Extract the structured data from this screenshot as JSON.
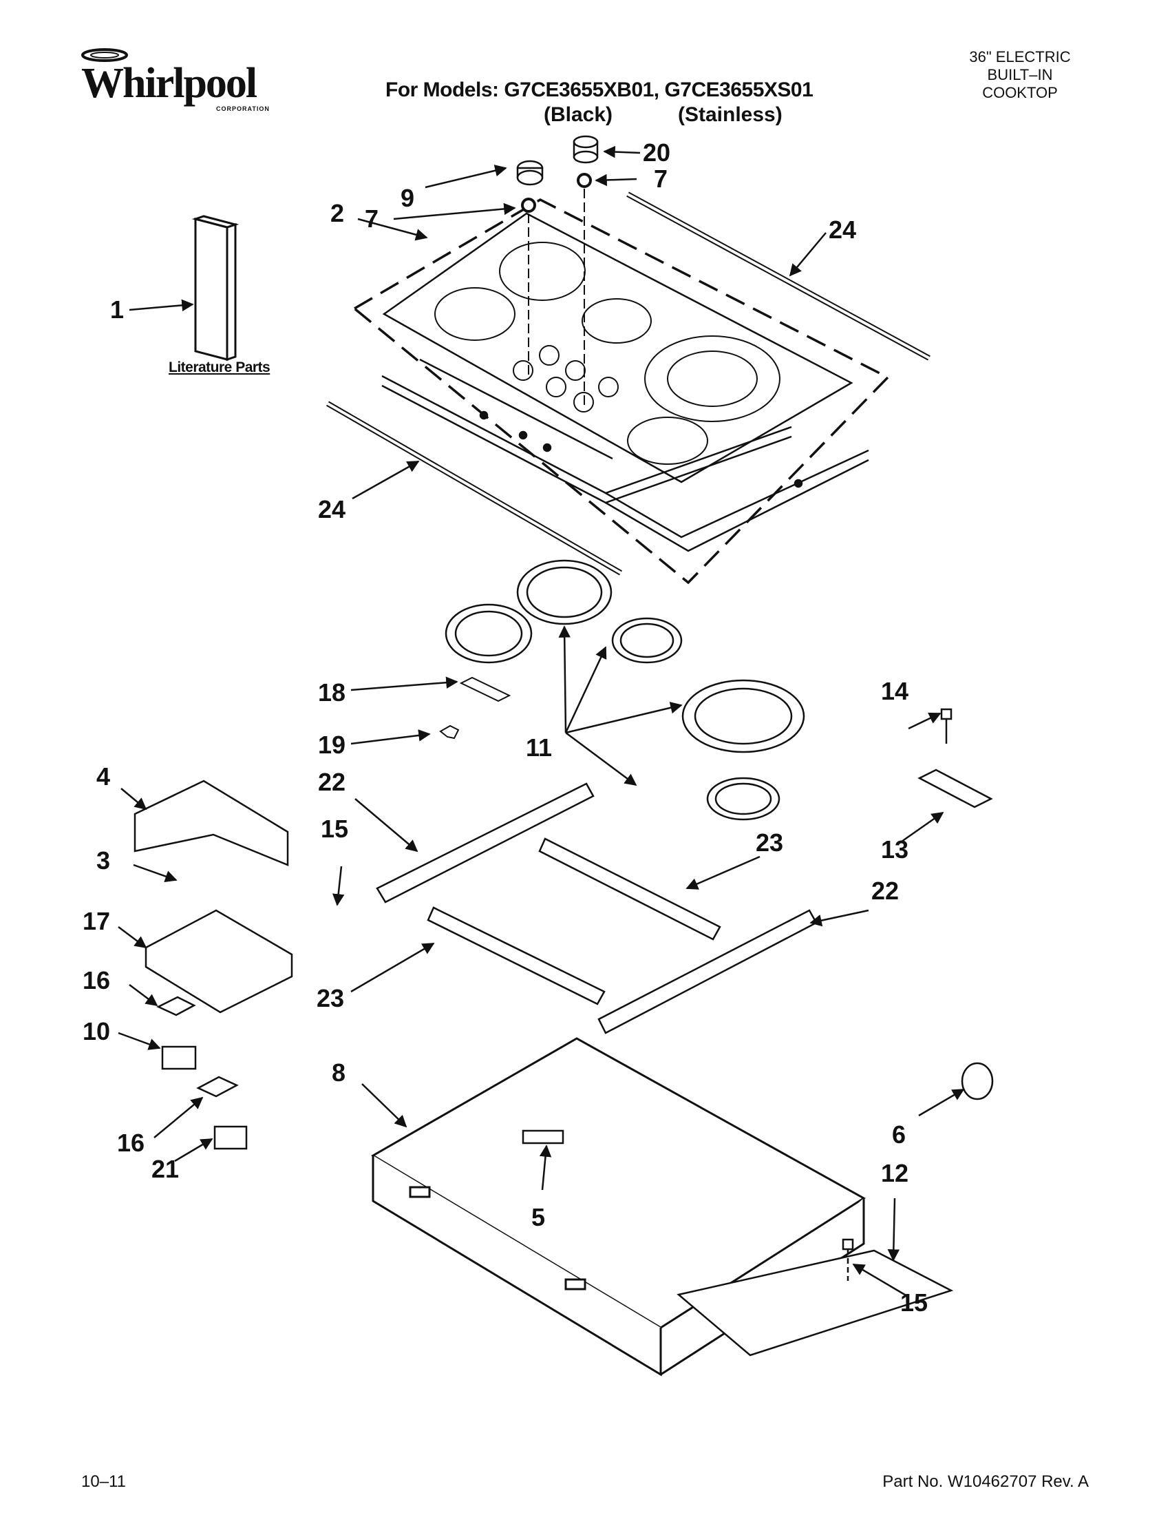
{
  "header": {
    "brand": "Whirlpool",
    "brand_corp": "CORPORATION",
    "models_line": "For Models: G7CE3655XB01, G7CE3655XS01",
    "variant_black": "(Black)",
    "variant_stainless": "(Stainless)",
    "product_line1": "36\" ELECTRIC",
    "product_line2": "BUILT–IN",
    "product_line3": "COOKTOP"
  },
  "literature_label": "Literature Parts",
  "callouts": [
    "1",
    "2",
    "3",
    "4",
    "5",
    "6",
    "7",
    "7",
    "8",
    "9",
    "10",
    "11",
    "12",
    "13",
    "14",
    "15",
    "15",
    "16",
    "16",
    "17",
    "18",
    "19",
    "20",
    "21",
    "22",
    "22",
    "23",
    "23",
    "24",
    "24"
  ],
  "footer": {
    "date": "10–11",
    "part_number": "Part No. W10462707 Rev. A"
  }
}
